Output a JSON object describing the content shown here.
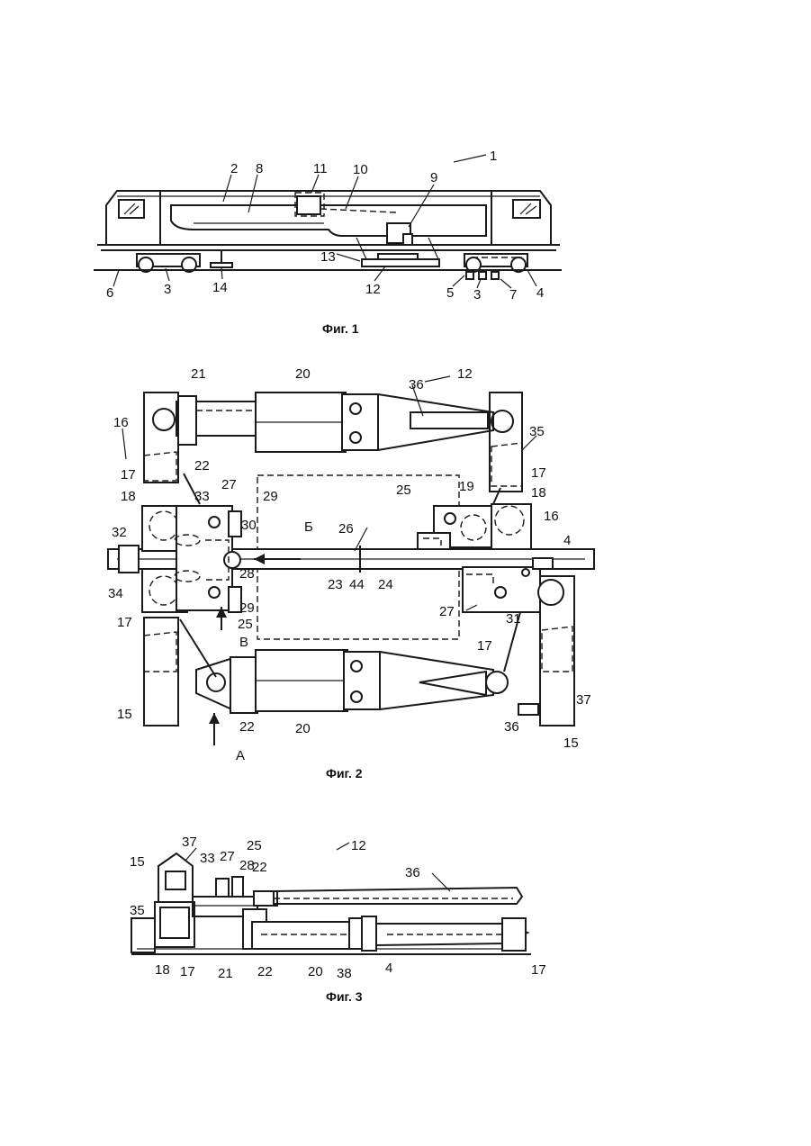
{
  "figures": [
    {
      "caption": "Фиг. 1",
      "labels": [
        "1",
        "2",
        "8",
        "11",
        "10",
        "9",
        "13",
        "12",
        "14",
        "3",
        "6",
        "5",
        "3",
        "7",
        "4"
      ]
    },
    {
      "caption": "Фиг. 2",
      "labels": [
        "21",
        "20",
        "36",
        "12",
        "16",
        "35",
        "17",
        "22",
        "17",
        "18",
        "33",
        "27",
        "29",
        "25",
        "19",
        "18",
        "16",
        "4",
        "32",
        "30",
        "Б",
        "26",
        "28",
        "34",
        "23",
        "44",
        "24",
        "27",
        "31",
        "29",
        "17",
        "25",
        "В",
        "17",
        "15",
        "22",
        "20",
        "36",
        "37",
        "15",
        "А"
      ]
    },
    {
      "caption": "Фиг. 3",
      "labels": [
        "37",
        "15",
        "33",
        "27",
        "25",
        "28",
        "22",
        "12",
        "36",
        "35",
        "18",
        "17",
        "21",
        "22",
        "20",
        "38",
        "4",
        "17"
      ]
    }
  ]
}
